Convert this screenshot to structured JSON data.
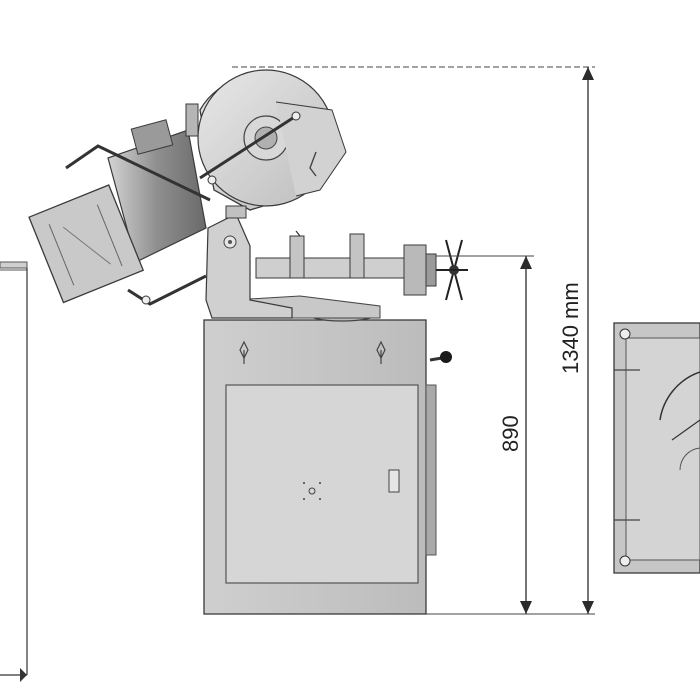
{
  "dimensions": {
    "total_height_label": "1340 mm",
    "table_height_label": "890"
  },
  "colors": {
    "body_light": "#d9d9d9",
    "body_mid": "#b5b5b5",
    "body_dark": "#7d7d7d",
    "outline": "#3a3a3a",
    "dimension_line": "#2b2b2b",
    "background": "#ffffff"
  },
  "icons": {
    "handle_knob": "black-ball-knob",
    "arrowheads": "filled-triangle"
  }
}
